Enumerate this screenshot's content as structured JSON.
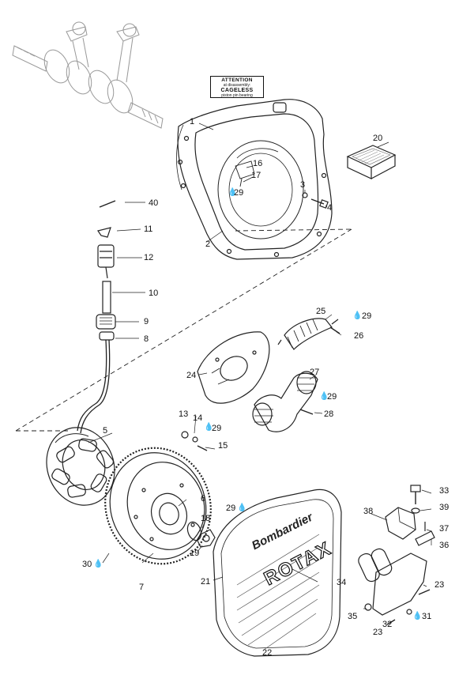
{
  "notice": {
    "line1": "ATTENTION",
    "line2": "at disassembly:",
    "line3": "CAGELESS",
    "line4": "piston pin bearing"
  },
  "brand": {
    "line1": "Bombardier",
    "line2": "ROTAX"
  },
  "drop_symbol": "💧",
  "callouts": {
    "c1": "1",
    "c2": "2",
    "c3": "3",
    "c4": "4",
    "c5": "5",
    "c6": "6",
    "c7": "7",
    "c8": "8",
    "c9": "9",
    "c10": "10",
    "c11": "11",
    "c12": "12",
    "c13": "13",
    "c14": "14",
    "c15": "15",
    "c16": "16",
    "c17": "17",
    "c18": "18",
    "c19": "19",
    "c20": "20",
    "c21": "21",
    "c22": "22",
    "c23a": "23",
    "c23b": "23",
    "c24": "24",
    "c25": "25",
    "c26": "26",
    "c27": "27",
    "c28": "28",
    "c29a": "29",
    "c29b": "29",
    "c29c": "29",
    "c29d": "29",
    "c29e": "29",
    "c30": "30",
    "c31": "31",
    "c32": "32",
    "c33": "33",
    "c34": "34",
    "c35": "35",
    "c36": "36",
    "c37": "37",
    "c38": "38",
    "c39": "39",
    "c40": "40"
  }
}
